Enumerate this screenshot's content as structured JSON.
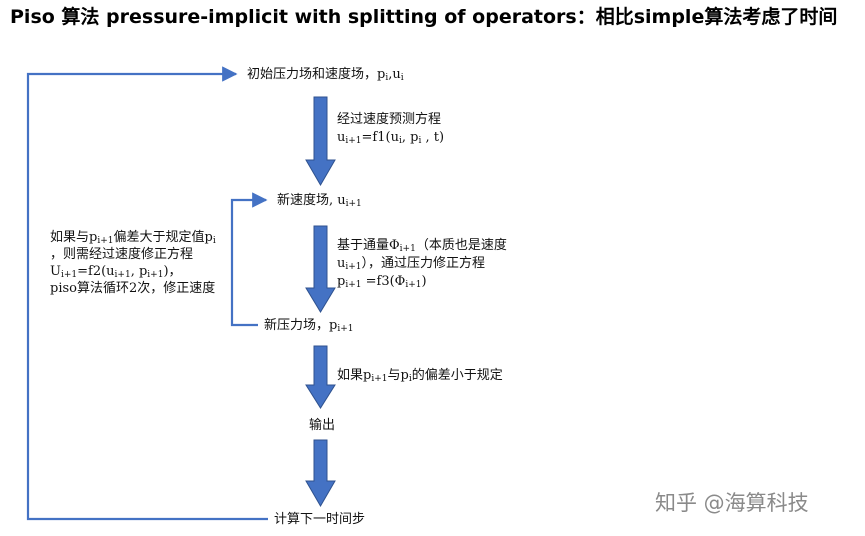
{
  "title": "Piso 算法  pressure-implicit with splitting of operators：相比simple算法考虑了时间",
  "nodes": {
    "init": {
      "text": "初始压力场和速度场，",
      "p": "p",
      "p_sub": "i",
      "sep": ",",
      "u": "u",
      "u_sub": "i"
    },
    "new_velocity": {
      "text": "新速度场, u",
      "sub": "i+1"
    },
    "new_pressure": {
      "text": "新压力场，p",
      "sub": "i+1"
    },
    "output": {
      "text": "输出"
    },
    "next_step": {
      "text": "计算下一时间步"
    }
  },
  "steps": {
    "predict": {
      "line1": "经过速度预测方程",
      "u": "u",
      "u_sub": "i+1",
      "eq": "=f1(u",
      "ui_sub": "i",
      "mid": ", p",
      "pi_sub": "i",
      "tail": " , t)"
    },
    "flux": {
      "line1_a": "基于通量Φ",
      "line1_sub": "i+1",
      "line1_b": "（本质也是速度",
      "line2_a": "u",
      "line2_sub": "i+1",
      "line2_b": "），通过压力修正方程",
      "line3_a": "p",
      "line3_sub": "i+1",
      "line3_b": " =f3(Φ",
      "line3_sub2": "i+1",
      "line3_c": ")"
    },
    "condition": {
      "a": "如果p",
      "sub1": "i+1",
      "b": "与p",
      "sub2": "i",
      "c": "的偏差小于规定"
    }
  },
  "loop_note": {
    "l1_a": "如果与p",
    "l1_sub": "i+1",
    "l1_b": "偏差大于规定值p",
    "l1_sub2": "i",
    "l2": "，则需经过速度修正方程",
    "l3_a": "U",
    "l3_sub": "i+1",
    "l3_b": "=f2(u",
    "l3_sub2": "i+1",
    "l3_c": ", p",
    "l3_sub3": "i+1",
    "l3_d": ")，",
    "l4": "piso算法循环2次，修正速度"
  },
  "watermark": "知乎 @海算科技",
  "colors": {
    "arrow_fill": "#4472c4",
    "arrow_stroke": "#2f528f",
    "loop_line": "#4472c4"
  }
}
